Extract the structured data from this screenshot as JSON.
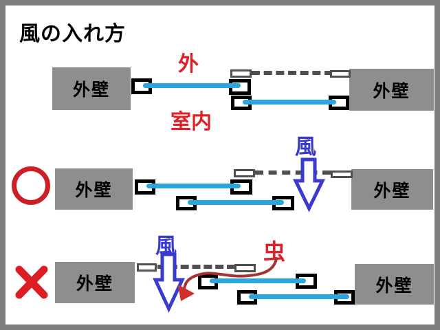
{
  "title": "風の入れ方",
  "labels": {
    "wall": "外壁",
    "outside": "外",
    "indoor": "室内",
    "wind": "風",
    "bug": "虫"
  },
  "marks": {
    "good": "circle (correct way)",
    "bad": "cross (wrong way)"
  },
  "colors": {
    "pane_blue": "#2aa6df",
    "wind_blue": "#3a3acd",
    "label_red": "#e01f26",
    "bug_arrow_red": "#a83232",
    "wall_gray": "#8e8e8e",
    "screen_gray": "#4f4f4f",
    "frame_border": "#7d7d7d"
  }
}
